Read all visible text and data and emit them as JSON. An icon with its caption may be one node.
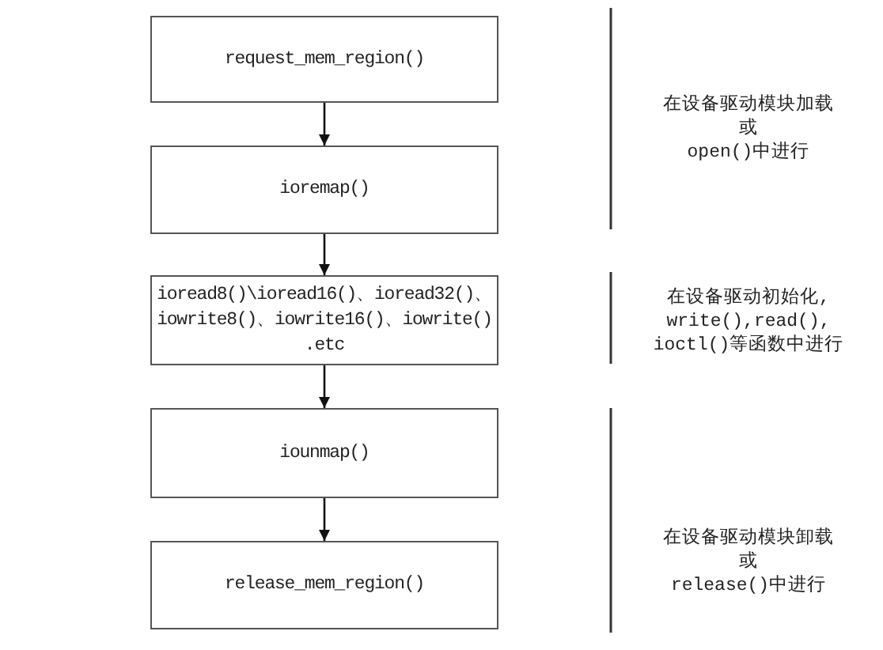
{
  "diagram": {
    "nodes": [
      {
        "text": [
          "request_mem_region()"
        ]
      },
      {
        "text": [
          "ioremap()"
        ]
      },
      {
        "text": [
          "ioread8()\\ioread16()、ioread32()、",
          "iowrite8()、iowrite16()、iowrite()",
          ".etc"
        ]
      },
      {
        "text": [
          "iounmap()"
        ]
      },
      {
        "text": [
          "release_mem_region()"
        ]
      }
    ],
    "edges": [
      {
        "from": 0,
        "to": 1,
        "arrow": "to"
      },
      {
        "from": 1,
        "to": 2,
        "arrow": "to"
      },
      {
        "from": 2,
        "to": 3,
        "arrow": "to"
      },
      {
        "from": 3,
        "to": 4,
        "arrow": "to"
      }
    ],
    "labels": [
      "在设备驱动模块加载",
      "或",
      "open()中进行",
      "在设备驱动初始化,",
      "write(),read(),",
      "ioctl()等函数中进行",
      "在设备驱动模块卸载",
      "或",
      "release()中进行"
    ]
  }
}
